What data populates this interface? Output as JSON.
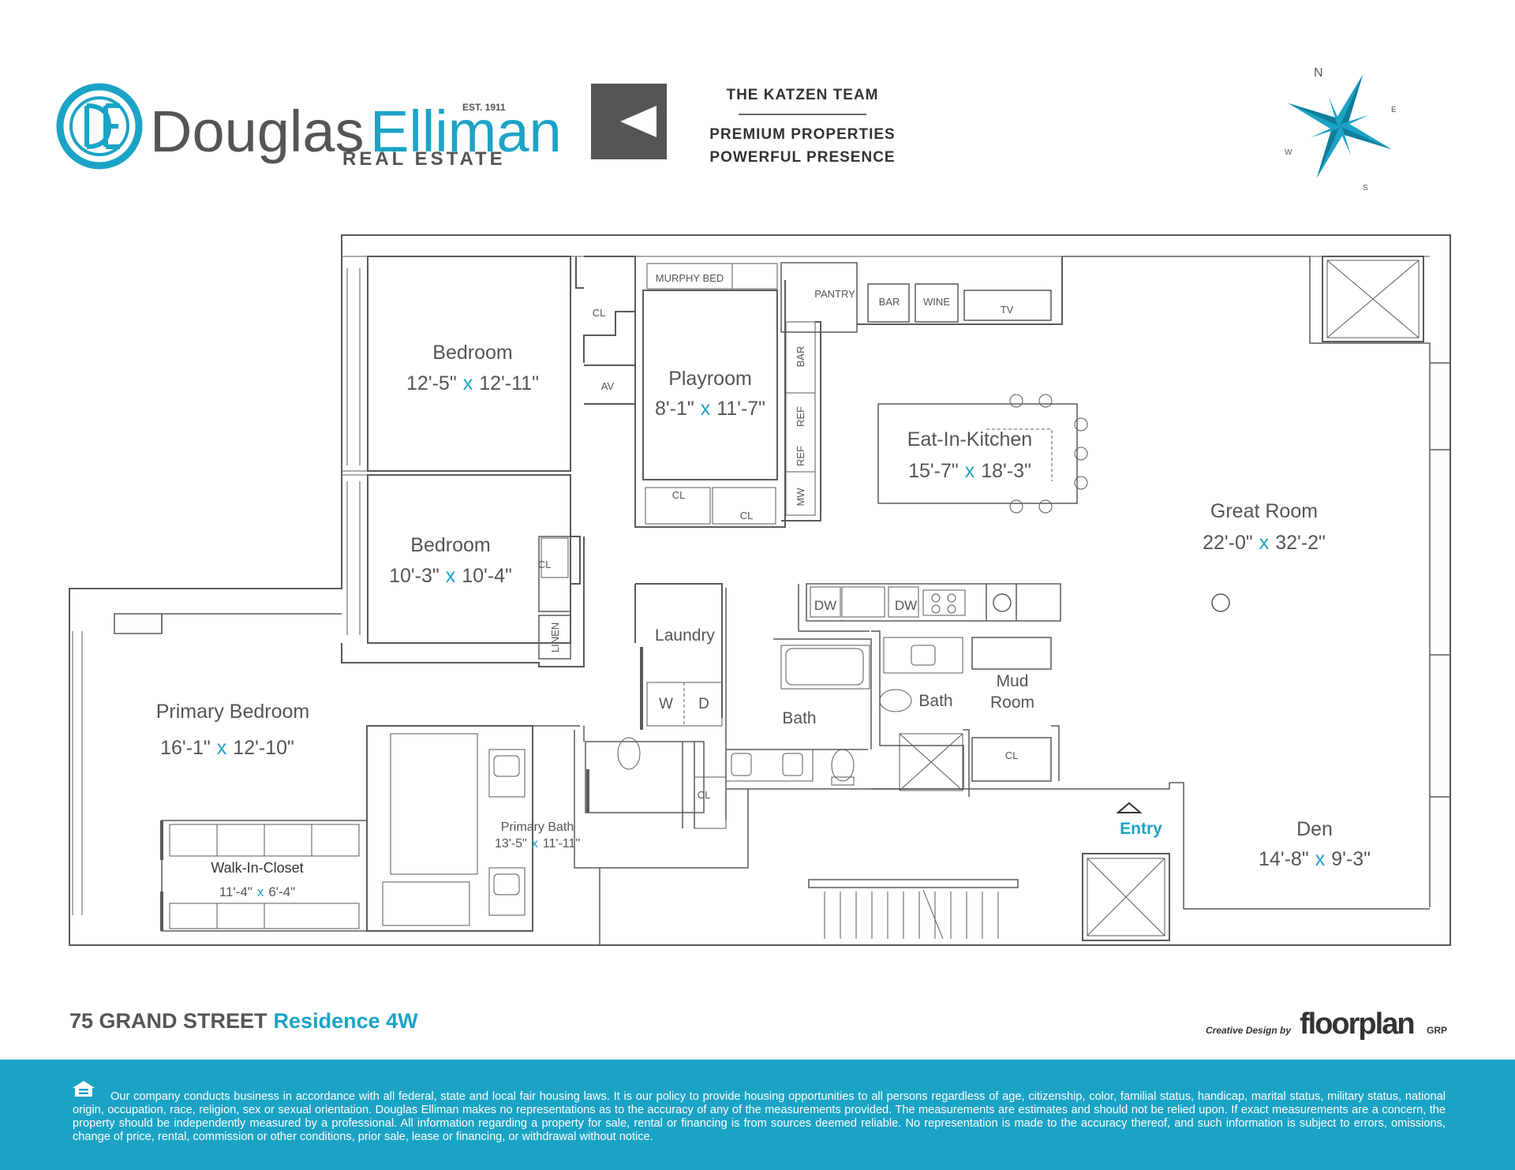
{
  "brokerage": {
    "name_part1": "Douglas",
    "name_part2": "Elliman",
    "established": "EST. 1911",
    "subtitle": "REAL ESTATE"
  },
  "team": {
    "name": "THE KATZEN TEAM",
    "tagline_line1": "PREMIUM PROPERTIES",
    "tagline_line2": "POWERFUL PRESENCE"
  },
  "compass": {
    "n": "N",
    "e": "E",
    "s": "S",
    "w": "W"
  },
  "rooms": {
    "bedroom1": {
      "name": "Bedroom",
      "w": "12'-5\"",
      "x": "x",
      "h": "12'-11\""
    },
    "playroom": {
      "name": "Playroom",
      "w": "8'-1\"",
      "x": "x",
      "h": "11'-7\""
    },
    "kitchen": {
      "name": "Eat-In-Kitchen",
      "w": "15'-7\"",
      "x": "x",
      "h": "18'-3\""
    },
    "great_room": {
      "name": "Great Room",
      "w": "22'-0\"",
      "x": "x",
      "h": "32'-2\""
    },
    "bedroom2": {
      "name": "Bedroom",
      "w": "10'-3\"",
      "x": "x",
      "h": "10'-4\""
    },
    "primary_bedroom": {
      "name": "Primary Bedroom",
      "w": "16'-1\"",
      "x": "x",
      "h": "12'-10\""
    },
    "laundry": {
      "name": "Laundry"
    },
    "bath1": {
      "name": "Bath"
    },
    "bath2": {
      "name": "Bath"
    },
    "mud_room": {
      "line1": "Mud",
      "line2": "Room"
    },
    "primary_bath": {
      "name": "Primary Bath",
      "w": "13'-5\"",
      "x": "x",
      "h": "11'-11\""
    },
    "walk_in_closet": {
      "name": "Walk-In-Closet",
      "w": "11'-4\"",
      "x": "x",
      "h": "6'-4\""
    },
    "den": {
      "name": "Den",
      "w": "14'-8\"",
      "x": "x",
      "h": "9'-3\""
    },
    "entry": {
      "name": "Entry"
    }
  },
  "fixtures": {
    "murphy_bed": "MURPHY BED",
    "pantry": "PANTRY",
    "bar_top": "BAR",
    "wine": "WINE",
    "tv": "TV",
    "bar_side": "BAR",
    "ref1": "REF",
    "ref2": "REF",
    "mw": "MW",
    "cl_bed1": "CL",
    "av": "AV",
    "cl_play1": "CL",
    "cl_play2": "CL",
    "cl_bed2": "CL",
    "linen": "LINEN",
    "dw1": "DW",
    "dw2": "DW",
    "washer": "W",
    "dryer": "D",
    "cl_mud": "CL",
    "cl_bath": "CL"
  },
  "property": {
    "address": "75 GRAND STREET",
    "residence": "Residence 4W"
  },
  "credit": {
    "prefix": "Creative Design by",
    "brand": "floorplan",
    "suffix": "GRP"
  },
  "disclaimer": "Our company conducts business in accordance with all federal, state and local fair housing laws. It is our policy to provide housing opportunities to all persons regardless of age, citizenship, color, familial status, handicap, marital status, military status, national origin, occupation, race, religion, sex or sexual orientation. Douglas Elliman makes no representations as to the accuracy of any of the measurements provided. The measurements are estimates and should not be relied upon. If exact measurements are a concern, the property should be independently measured by a professional. All information regarding a property for sale, rental or financing is from sources deemed reliable. No representation is made to the accuracy thereof, and such information is subject to errors, omissions, change of price, rental, commission or other conditions, prior sale, lease or financing, or withdrawal without notice.",
  "colors": {
    "accent": "#1ba3c6",
    "wall": "#5a5a5a",
    "text": "#555555"
  }
}
